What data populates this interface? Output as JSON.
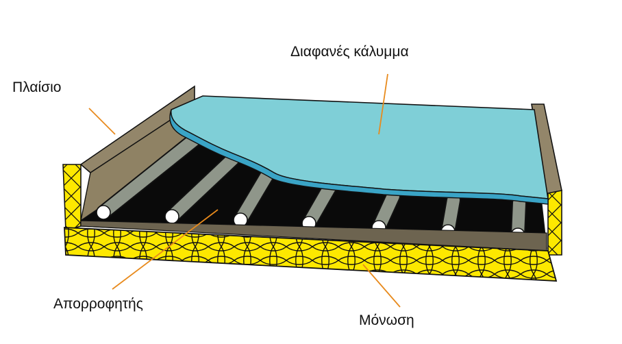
{
  "labels": {
    "cover": "Διαφανές κάλυμμα",
    "frame": "Πλαίσιο",
    "absorber": "Απορροφητής",
    "insulation": "Μόνωση"
  },
  "colors": {
    "frame": "#93866a",
    "frame_dark": "#7d7155",
    "insulation": "#fde800",
    "absorber": "#0a0a0a",
    "tube": "#8f968a",
    "tube_end": "#ffffff",
    "cover": "#7fcfd7",
    "cover_edge": "#3aa4c6",
    "leader": "#e88a1c",
    "outline": "#111111"
  },
  "tube_count": 7
}
